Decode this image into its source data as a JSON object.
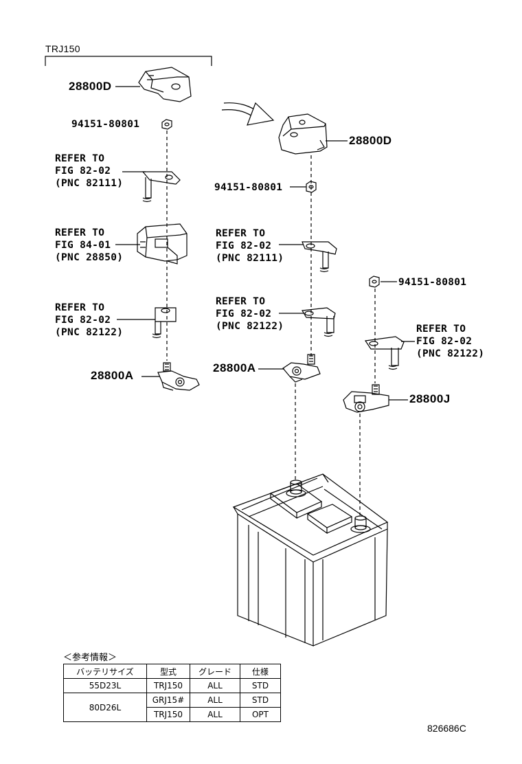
{
  "header": {
    "model": "TRJ150"
  },
  "parts": {
    "left_cover": "28800D",
    "left_nut": "94151-80801",
    "right_cover": "28800D",
    "right_nut": "94151-80801",
    "left_clamp": "28800A",
    "right_clamp": "28800A",
    "right2_nut": "94151-80801",
    "right2_clamp": "28800J"
  },
  "refs": {
    "l1": [
      "REFER TO",
      "FIG 82-02",
      "(PNC 82111)"
    ],
    "l2": [
      "REFER TO",
      "FIG 84-01",
      "(PNC 28850)"
    ],
    "l3": [
      "REFER TO",
      "FIG 82-02",
      "(PNC 82122)"
    ],
    "m1": [
      "REFER TO",
      "FIG 82-02",
      "(PNC 82111)"
    ],
    "m2": [
      "REFER TO",
      "FIG 82-02",
      "(PNC 82122)"
    ],
    "r1": [
      "REFER TO",
      "FIG 82-02",
      "(PNC 82122)"
    ]
  },
  "reference_table": {
    "title": "＜参考情報＞",
    "headers": [
      "バッテリサイズ",
      "型式",
      "グレード",
      "仕様"
    ],
    "rows": [
      {
        "size": "55D23L",
        "model": "TRJ150",
        "grade": "ALL",
        "spec": "STD"
      },
      {
        "size": "80D26L",
        "model": "GRJ15#",
        "grade": "ALL",
        "spec": "STD"
      },
      {
        "size": "",
        "model": "TRJ150",
        "grade": "ALL",
        "spec": "OPT"
      }
    ]
  },
  "drawing_number": "826686C"
}
